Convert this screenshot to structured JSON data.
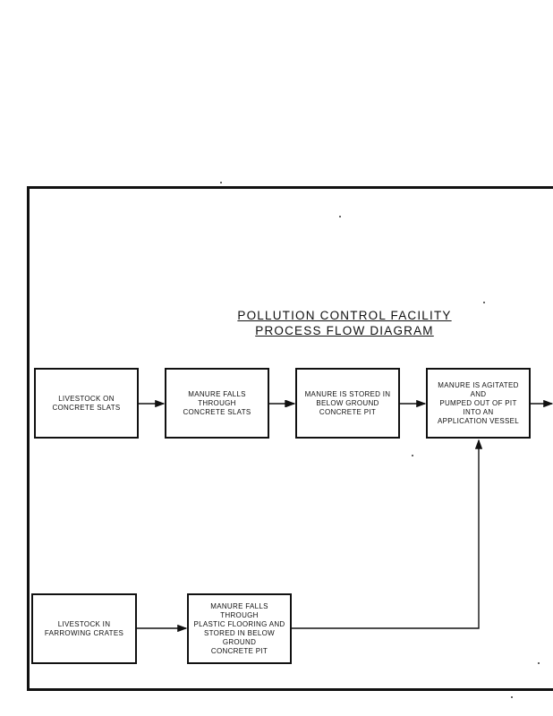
{
  "diagram": {
    "title_line1": "POLLUTION CONTROL FACILITY",
    "title_line2": "PROCESS FLOW DIAGRAM",
    "boxes": {
      "livestock_slats": "LIVESTOCK ON\nCONCRETE SLATS",
      "manure_falls_slats": "MANURE FALLS THROUGH\nCONCRETE SLATS",
      "manure_stored": "MANURE IS STORED IN\nBELOW GROUND\nCONCRETE PIT",
      "manure_agitated": "MANURE IS AGITATED AND\nPUMPED OUT OF PIT\nINTO AN\nAPPLICATION VESSEL",
      "livestock_crates": "LIVESTOCK IN\nFARROWING CRATES",
      "manure_falls_plastic": "MANURE FALLS THROUGH\nPLASTIC FLOORING AND\nSTORED IN BELOW GROUND\nCONCRETE PIT"
    }
  }
}
